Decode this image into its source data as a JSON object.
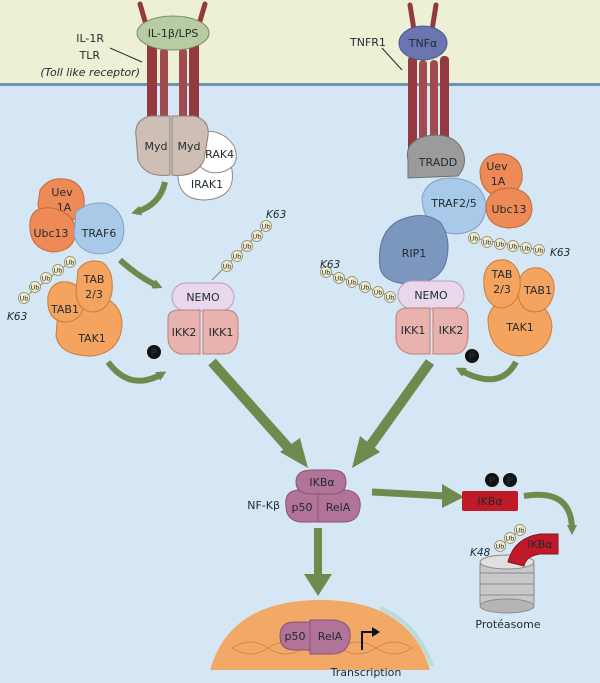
{
  "membrane_left": {
    "ligand": "IL-1β/LPS",
    "receptor_line1": "IL-1R",
    "receptor_line2": "TLR",
    "receptor_line3": "(Toll like receptor)"
  },
  "membrane_right": {
    "ligand": "TNFα",
    "receptor": "TNFR1"
  },
  "left_pathway": {
    "myd_a": "Myd",
    "myd_b": "Myd",
    "irak4": "IRAK4",
    "irak1": "IRAK1",
    "uev": "Uev",
    "uev_1a": "1A",
    "ubc13": "Ubc13",
    "traf6": "TRAF6",
    "tab23_line1": "TAB",
    "tab23_line2": "2/3",
    "tab1": "TAB1",
    "tak1": "TAK1",
    "k63_top": "K63",
    "k63_bottom": "K63",
    "nemo": "NEMO",
    "ikk2": "IKK2",
    "ikk1": "IKK1",
    "phospho": "P"
  },
  "right_pathway": {
    "tradd": "TRADD",
    "traf25": "TRAF2/5",
    "uev": "Uev",
    "uev_1a": "1A",
    "ubc13": "Ubc13",
    "rip1": "RIP1",
    "k63_left": "K63",
    "k63_right": "K63",
    "nemo": "NEMO",
    "ikk1": "IKK1",
    "ikk2": "IKK2",
    "tab23_line1": "TAB",
    "tab23_line2": "2/3",
    "tab1": "TAB1",
    "tak1": "TAK1",
    "phospho": "P"
  },
  "nfkb_complex": {
    "label": "NF-Kβ",
    "ikba": "IKBα",
    "p50": "p50",
    "rela": "RelA"
  },
  "degradation": {
    "phospho_a": "P",
    "phospho_b": "P",
    "ikba_phospho": "IKBα",
    "ikba_ub": "IKBα",
    "k48": "K48",
    "proteasome": "Protéasome"
  },
  "nucleus": {
    "p50": "p50",
    "rela": "RelA",
    "transcription": "Transcription"
  },
  "ub_tag": "Ub",
  "colors": {
    "extracellular": "#eef0d6",
    "cytoplasm": "#d5e7f5",
    "membrane": "#6f93b3",
    "receptor": "#94393f",
    "myd": "#cfbeb4",
    "traf": "#a9c9e8",
    "rip1": "#7b97bd",
    "tradd": "#9b9b9b",
    "nemo": "#e9d7ec",
    "ikk": "#e8b2ae",
    "tab_tak": "#f5a45f",
    "ubc_uev": "#ee8a55",
    "nfkb": "#b27398",
    "ikba_degraded": "#c01a28",
    "arrow": "#6e8a4d",
    "nucleus": "#f2a968"
  }
}
